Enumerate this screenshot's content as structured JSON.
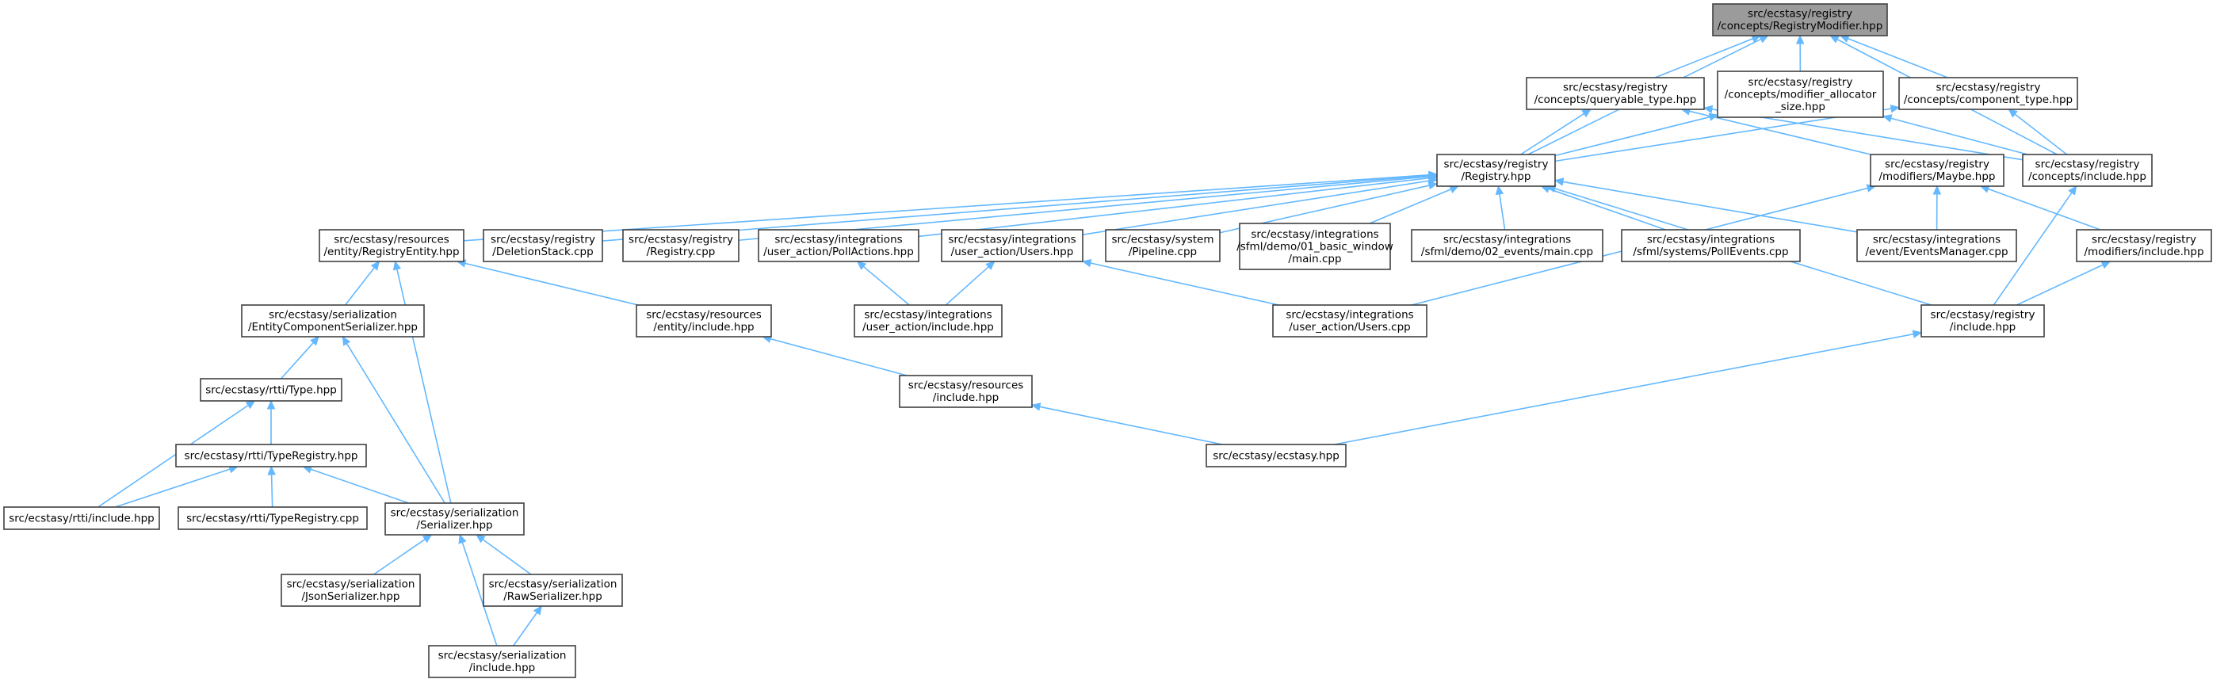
{
  "diagram": {
    "nodes": [
      {
        "id": "n0",
        "lines": [
          "src/ecstasy/registry",
          "/concepts/RegistryModifier.hpp"
        ],
        "root": true
      },
      {
        "id": "n1",
        "lines": [
          "src/ecstasy/registry",
          "/concepts/queryable_type.hpp"
        ]
      },
      {
        "id": "n2",
        "lines": [
          "src/ecstasy/registry",
          "/concepts/modifier_allocator",
          "_size.hpp"
        ]
      },
      {
        "id": "n3",
        "lines": [
          "src/ecstasy/registry",
          "/concepts/component_type.hpp"
        ]
      },
      {
        "id": "n4",
        "lines": [
          "src/ecstasy/registry",
          "/Registry.hpp"
        ]
      },
      {
        "id": "n5",
        "lines": [
          "src/ecstasy/registry",
          "/modifiers/Maybe.hpp"
        ]
      },
      {
        "id": "n6",
        "lines": [
          "src/ecstasy/registry",
          "/concepts/include.hpp"
        ]
      },
      {
        "id": "n7",
        "lines": [
          "src/ecstasy/resources",
          "/entity/RegistryEntity.hpp"
        ]
      },
      {
        "id": "n8",
        "lines": [
          "src/ecstasy/registry",
          "/DeletionStack.cpp"
        ]
      },
      {
        "id": "n9",
        "lines": [
          "src/ecstasy/registry",
          "/Registry.cpp"
        ]
      },
      {
        "id": "n10",
        "lines": [
          "src/ecstasy/integrations",
          "/user_action/PollActions.hpp"
        ]
      },
      {
        "id": "n11",
        "lines": [
          "src/ecstasy/integrations",
          "/user_action/Users.hpp"
        ]
      },
      {
        "id": "n12",
        "lines": [
          "src/ecstasy/system",
          "/Pipeline.cpp"
        ]
      },
      {
        "id": "n13",
        "lines": [
          "src/ecstasy/integrations",
          "/sfml/demo/01_basic_window",
          "/main.cpp"
        ]
      },
      {
        "id": "n14",
        "lines": [
          "src/ecstasy/integrations",
          "/sfml/demo/02_events/main.cpp"
        ]
      },
      {
        "id": "n15",
        "lines": [
          "src/ecstasy/integrations",
          "/sfml/systems/PollEvents.cpp"
        ]
      },
      {
        "id": "n16",
        "lines": [
          "src/ecstasy/integrations",
          "/event/EventsManager.cpp"
        ]
      },
      {
        "id": "n17",
        "lines": [
          "src/ecstasy/registry",
          "/modifiers/include.hpp"
        ]
      },
      {
        "id": "n18",
        "lines": [
          "src/ecstasy/serialization",
          "/EntityComponentSerializer.hpp"
        ]
      },
      {
        "id": "n19",
        "lines": [
          "src/ecstasy/resources",
          "/entity/include.hpp"
        ]
      },
      {
        "id": "n20",
        "lines": [
          "src/ecstasy/integrations",
          "/user_action/include.hpp"
        ]
      },
      {
        "id": "n21",
        "lines": [
          "src/ecstasy/integrations",
          "/user_action/Users.cpp"
        ]
      },
      {
        "id": "n22",
        "lines": [
          "src/ecstasy/registry",
          "/include.hpp"
        ]
      },
      {
        "id": "n23",
        "lines": [
          "src/ecstasy/rtti/Type.hpp"
        ]
      },
      {
        "id": "n24",
        "lines": [
          "src/ecstasy/resources",
          "/include.hpp"
        ]
      },
      {
        "id": "n25",
        "lines": [
          "src/ecstasy/rtti/TypeRegistry.hpp"
        ]
      },
      {
        "id": "n26",
        "lines": [
          "src/ecstasy/ecstasy.hpp"
        ]
      },
      {
        "id": "n27",
        "lines": [
          "src/ecstasy/rtti/include.hpp"
        ]
      },
      {
        "id": "n28",
        "lines": [
          "src/ecstasy/rtti/TypeRegistry.cpp"
        ]
      },
      {
        "id": "n29",
        "lines": [
          "src/ecstasy/serialization",
          "/Serializer.hpp"
        ]
      },
      {
        "id": "n30",
        "lines": [
          "src/ecstasy/serialization",
          "/JsonSerializer.hpp"
        ]
      },
      {
        "id": "n31",
        "lines": [
          "src/ecstasy/serialization",
          "/RawSerializer.hpp"
        ]
      },
      {
        "id": "n32",
        "lines": [
          "src/ecstasy/serialization",
          "/include.hpp"
        ]
      }
    ],
    "edges": [
      [
        "n0",
        "n1"
      ],
      [
        "n0",
        "n2"
      ],
      [
        "n0",
        "n3"
      ],
      [
        "n0",
        "n4"
      ],
      [
        "n0",
        "n6"
      ],
      [
        "n1",
        "n4"
      ],
      [
        "n1",
        "n5"
      ],
      [
        "n1",
        "n6"
      ],
      [
        "n2",
        "n4"
      ],
      [
        "n2",
        "n6"
      ],
      [
        "n3",
        "n4"
      ],
      [
        "n3",
        "n6"
      ],
      [
        "n4",
        "n7"
      ],
      [
        "n4",
        "n8"
      ],
      [
        "n4",
        "n9"
      ],
      [
        "n4",
        "n10"
      ],
      [
        "n4",
        "n11"
      ],
      [
        "n4",
        "n12"
      ],
      [
        "n4",
        "n13"
      ],
      [
        "n4",
        "n14"
      ],
      [
        "n4",
        "n15"
      ],
      [
        "n4",
        "n16"
      ],
      [
        "n4",
        "n22"
      ],
      [
        "n5",
        "n16"
      ],
      [
        "n5",
        "n17"
      ],
      [
        "n5",
        "n21"
      ],
      [
        "n6",
        "n22"
      ],
      [
        "n17",
        "n22"
      ],
      [
        "n7",
        "n18"
      ],
      [
        "n7",
        "n19"
      ],
      [
        "n7",
        "n29"
      ],
      [
        "n10",
        "n20"
      ],
      [
        "n11",
        "n20"
      ],
      [
        "n11",
        "n21"
      ],
      [
        "n18",
        "n23"
      ],
      [
        "n18",
        "n29"
      ],
      [
        "n19",
        "n24"
      ],
      [
        "n22",
        "n26"
      ],
      [
        "n23",
        "n25"
      ],
      [
        "n23",
        "n27"
      ],
      [
        "n24",
        "n26"
      ],
      [
        "n25",
        "n27"
      ],
      [
        "n25",
        "n28"
      ],
      [
        "n25",
        "n29"
      ],
      [
        "n29",
        "n30"
      ],
      [
        "n29",
        "n31"
      ],
      [
        "n29",
        "n32"
      ],
      [
        "n31",
        "n32"
      ]
    ]
  }
}
